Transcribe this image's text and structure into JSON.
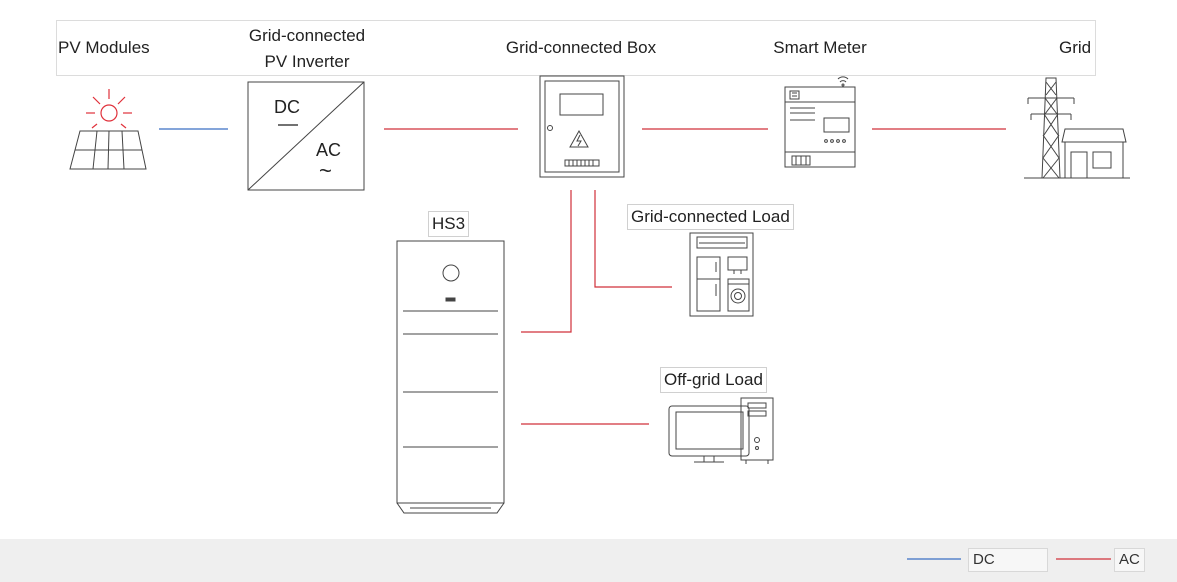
{
  "labels": {
    "pv_modules": "PV Modules",
    "inverter_line1": "Grid-connected",
    "inverter_line2": "PV Inverter",
    "grid_box": "Grid-connected Box",
    "smart_meter": "Smart Meter",
    "grid": "Grid",
    "hs3": "HS3",
    "grid_load": "Grid-connected Load",
    "offgrid_load": "Off-grid Load"
  },
  "inverter_symbols": {
    "dc": "DC",
    "ac": "AC",
    "ac_wave": "~"
  },
  "legend": {
    "dc_label": "DC",
    "ac_label": "AC"
  },
  "colors": {
    "dc_line": "#3a6fc4",
    "ac_line": "#d0303a",
    "sun": "#e0303a",
    "outline": "#444444"
  }
}
